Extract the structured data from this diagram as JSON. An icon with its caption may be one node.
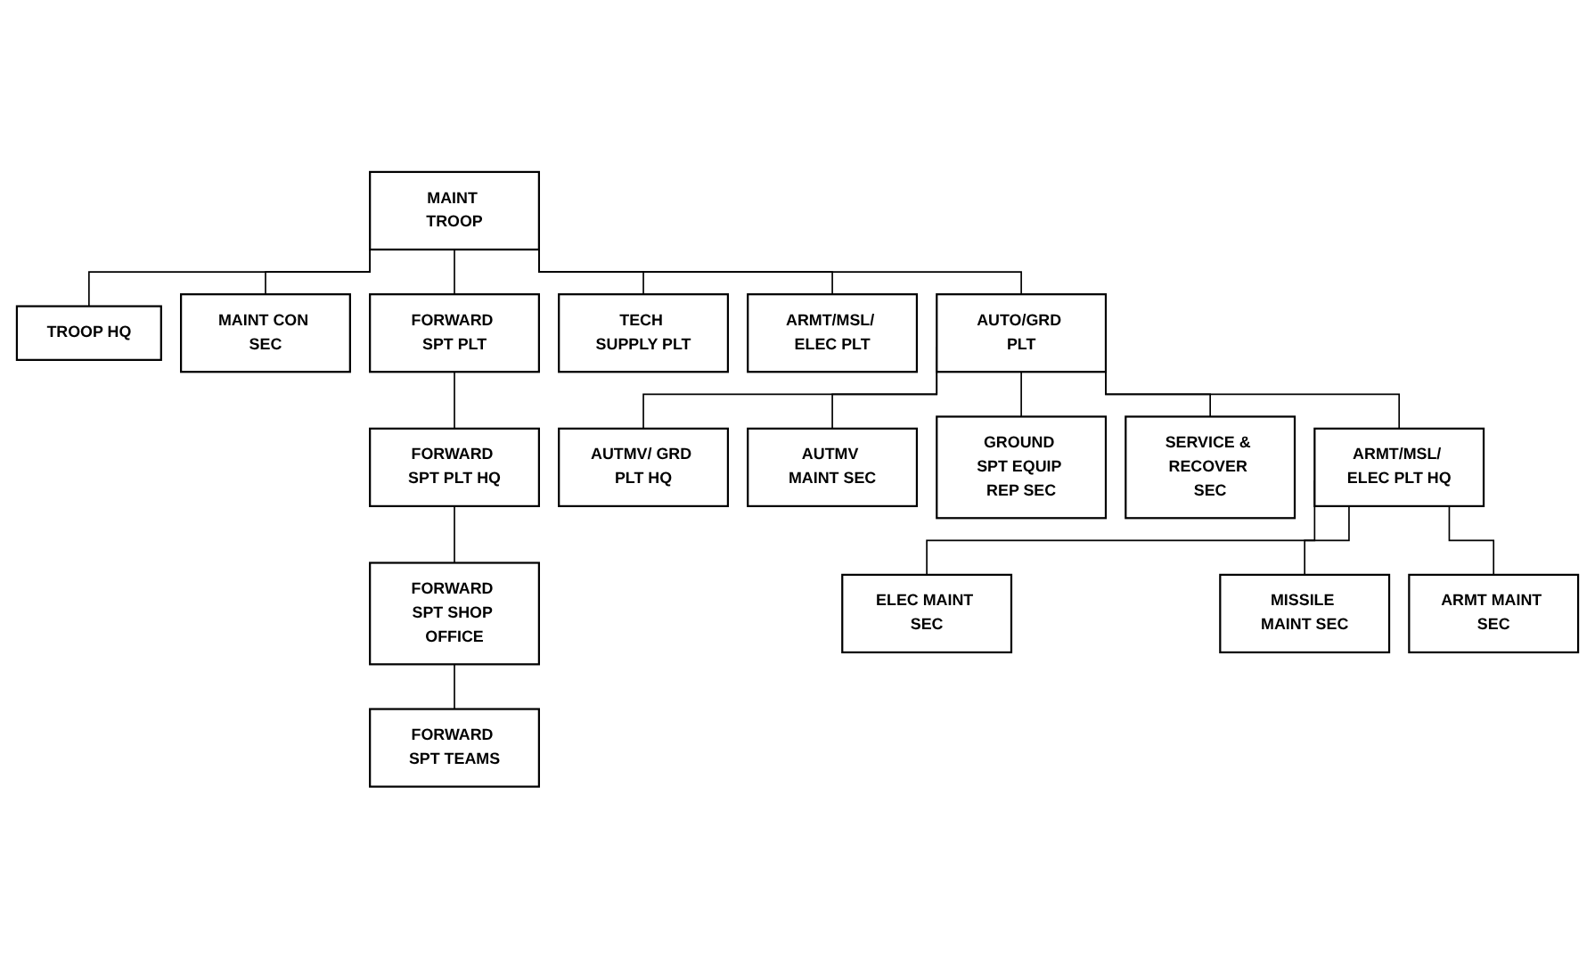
{
  "diagram": {
    "nodes": [
      {
        "text": [
          "MAINT TROOP"
        ]
      },
      {
        "text": [
          "TROOP HQ"
        ]
      },
      {
        "text": [
          "MAINT CON SEC"
        ]
      },
      {
        "text": [
          "AUTO/GRD PLT"
        ]
      },
      {
        "text": [
          "TECH SUPPLY PLT"
        ]
      },
      {
        "text": [
          "ARMT/MSL/ ELEC PLT"
        ]
      },
      {
        "text": [
          "FORWARD SPT PLT"
        ]
      },
      {
        "text": [
          "FORWARD SPT PLT HQ"
        ]
      },
      {
        "text": [
          "AUTMV/ GRD PLT HQ"
        ]
      },
      {
        "text": [
          "AUTMV MAINT SEC"
        ]
      },
      {
        "text": [
          "GROUND SPT EQUIP REP SEC"
        ]
      },
      {
        "text": [
          "SERVICE & RECOVER SEC"
        ]
      },
      {
        "text": [
          "ARMT/MSL/ ELEC PLT HQ"
        ]
      },
      {
        "text": [
          "FORWARD SPT SHOP OFFICE"
        ]
      },
      {
        "text": [
          "ELEC MAINT SEC"
        ]
      },
      {
        "text": [
          "MISSILE MAINT SEC"
        ]
      },
      {
        "text": [
          "ARMT MAINT SEC"
        ]
      },
      {
        "text": [
          "FORWARD SPT TEAMS"
        ]
      }
    ],
    "edges": [
      {
        "from": 0,
        "to": 1,
        "arrow": "none"
      },
      {
        "from": 0,
        "to": 2,
        "arrow": "none"
      },
      {
        "from": 0,
        "to": 3,
        "arrow": "none"
      },
      {
        "from": 0,
        "to": 4,
        "arrow": "none"
      },
      {
        "from": 0,
        "to": 5,
        "arrow": "none"
      },
      {
        "from": 0,
        "to": 6,
        "arrow": "none"
      },
      {
        "from": 3,
        "to": 8,
        "arrow": "none"
      },
      {
        "from": 3,
        "to": 9,
        "arrow": "none"
      },
      {
        "from": 3,
        "to": 10,
        "arrow": "none"
      },
      {
        "from": 3,
        "to": 11,
        "arrow": "none"
      },
      {
        "from": 3,
        "to": 12,
        "arrow": "none"
      },
      {
        "from": 12,
        "to": 14,
        "arrow": "none"
      },
      {
        "from": 12,
        "to": 15,
        "arrow": "none"
      },
      {
        "from": 12,
        "to": 16,
        "arrow": "none"
      },
      {
        "from": 6,
        "to": 7,
        "arrow": "none"
      },
      {
        "from": 7,
        "to": 13,
        "arrow": "none"
      },
      {
        "from": 13,
        "to": 17,
        "arrow": "none"
      }
    ]
  }
}
